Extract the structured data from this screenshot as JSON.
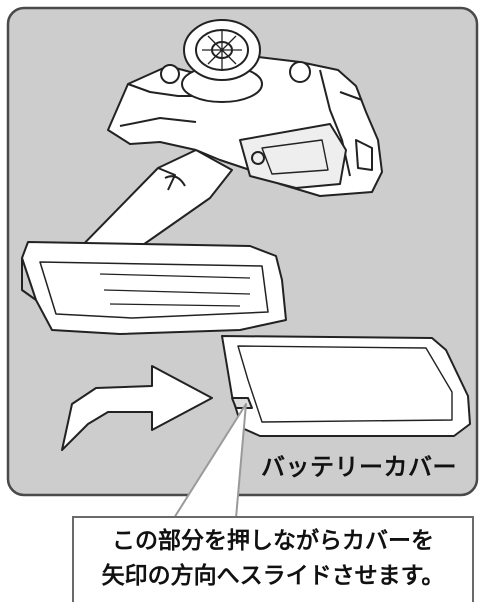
{
  "label": "バッテリーカバー",
  "callout": {
    "line1": "この部分を押しながらカバーを",
    "line2": "矢印の方向へスライドさせます。"
  },
  "colors": {
    "panel_bg": "#cdcdcd",
    "panel_border": "#4a4a4a",
    "outline": "#222222",
    "fill": "#ffffff",
    "pointer": "#9a9a9a"
  }
}
